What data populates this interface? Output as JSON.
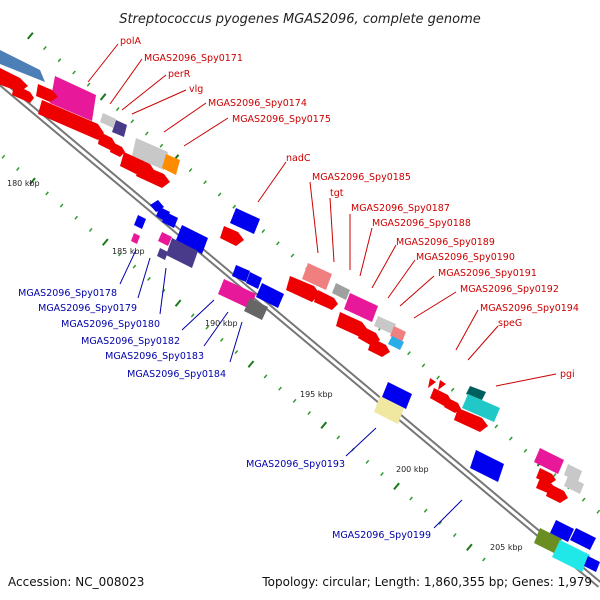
{
  "title": "Streptococcus pyogenes MGAS2096, complete genome",
  "footer": {
    "accession": "Accession: NC_008023",
    "summary": "Topology: circular; Length: 1,860,355 bp; Genes: 1,979"
  },
  "colors": {
    "red_labels": "#cc0000",
    "blue_labels": "#0000aa",
    "backbone": "#777777"
  },
  "kbp_labels": [
    "180 kbp",
    "185 kbp",
    "190 kbp",
    "195 kbp",
    "200 kbp",
    "205 kbp"
  ],
  "forward_labels": [
    "polA",
    "MGAS2096_Spy0171",
    "perR",
    "vlg",
    "MGAS2096_Spy0174",
    "MGAS2096_Spy0175",
    "nadC",
    "MGAS2096_Spy0185",
    "tgt",
    "MGAS2096_Spy0187",
    "MGAS2096_Spy0188",
    "MGAS2096_Spy0189",
    "MGAS2096_Spy0190",
    "MGAS2096_Spy0191",
    "MGAS2096_Spy0192",
    "MGAS2096_Spy0194",
    "speG",
    "pgi"
  ],
  "reverse_labels": [
    "MGAS2096_Spy0178",
    "MGAS2096_Spy0179",
    "MGAS2096_Spy0180",
    "MGAS2096_Spy0182",
    "MGAS2096_Spy0183",
    "MGAS2096_Spy0184",
    "MGAS2096_Spy0193",
    "MGAS2096_Spy0199"
  ]
}
